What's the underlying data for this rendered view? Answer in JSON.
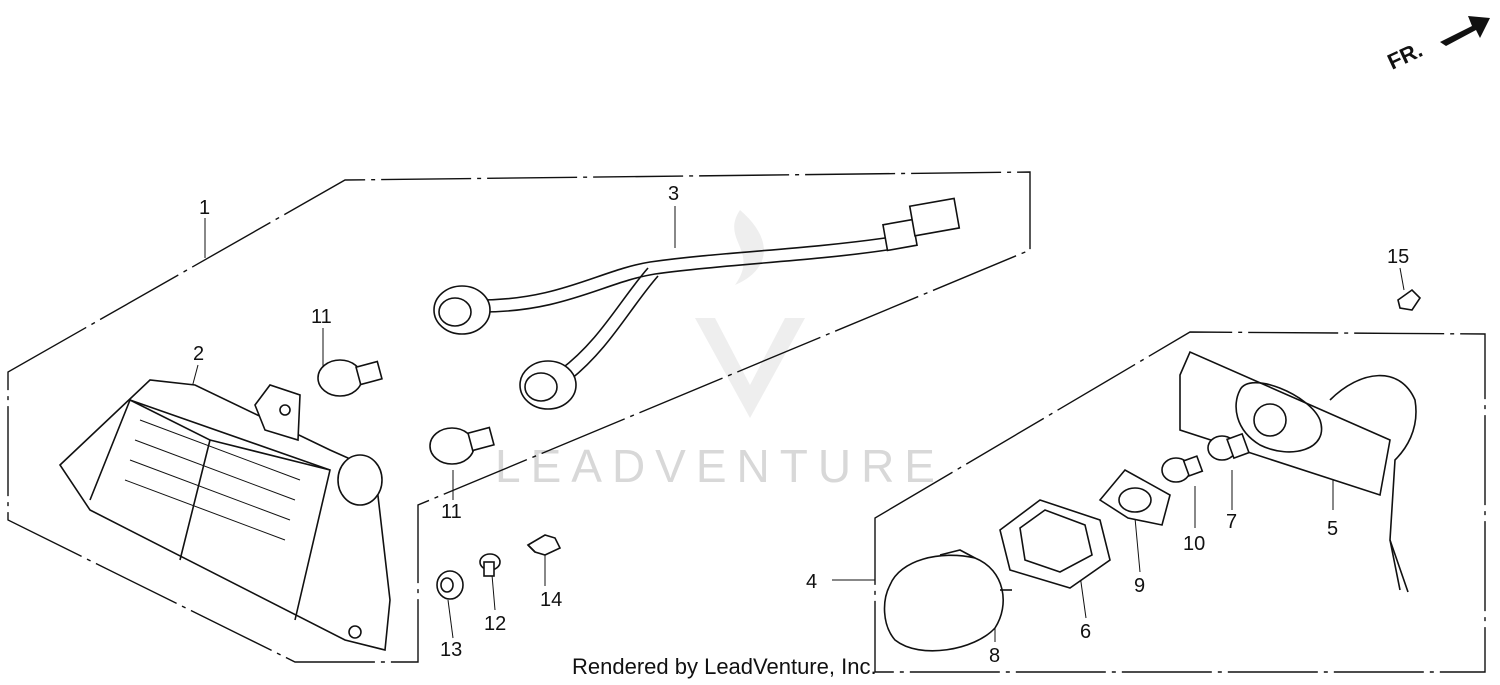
{
  "diagram": {
    "orientation_label": "FR.",
    "watermark": "LEADVENTURE",
    "credit": "Rendered by LeadVenture, Inc.",
    "callouts": {
      "c1": "1",
      "c2": "2",
      "c3": "3",
      "c4": "4",
      "c5": "5",
      "c6": "6",
      "c7": "7",
      "c8": "8",
      "c9": "9",
      "c10": "10",
      "c11a": "11",
      "c11b": "11",
      "c12": "12",
      "c13": "13",
      "c14": "14",
      "c15": "15"
    }
  }
}
